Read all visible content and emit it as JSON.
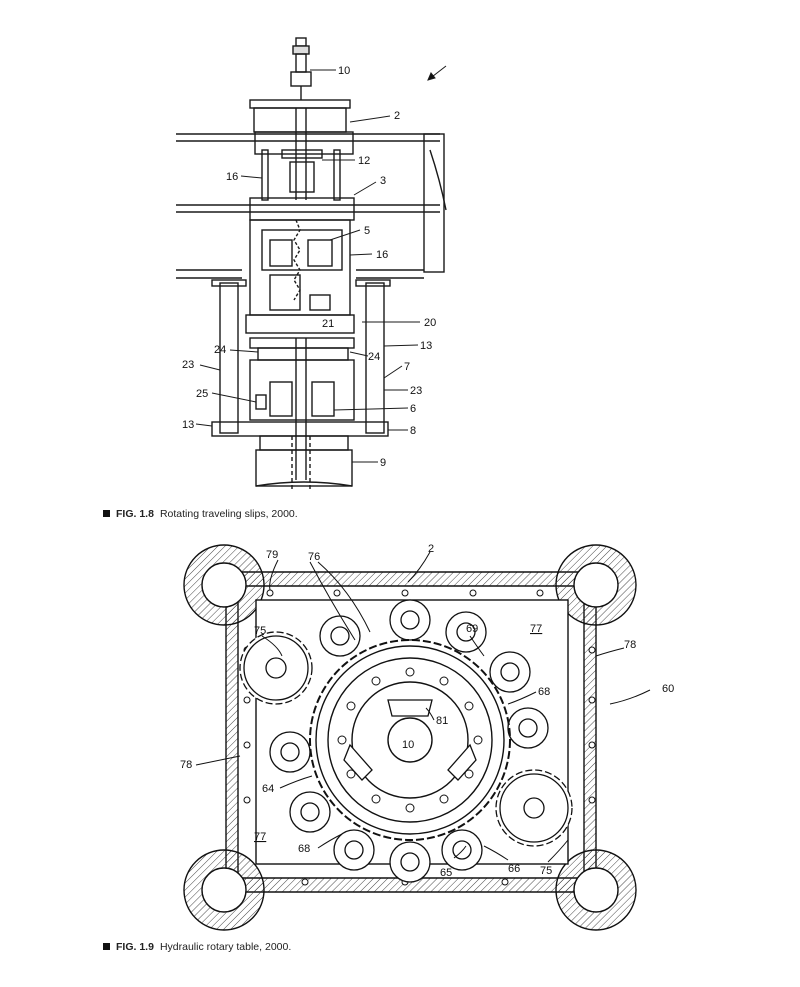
{
  "figure_1_8": {
    "caption_label": "FIG. 1.8",
    "caption_text": "Rotating traveling slips, 2000.",
    "callouts": {
      "c10": "10",
      "c2": "2",
      "c12": "12",
      "c16a": "16",
      "c3": "3",
      "c5": "5",
      "c16b": "16",
      "c21": "21",
      "c20": "20",
      "c24a": "24",
      "c24b": "24",
      "c13a": "13",
      "c23a": "23",
      "c7": "7",
      "c23b": "23",
      "c25": "25",
      "c6": "6",
      "c13b": "13",
      "c8": "8",
      "c9": "9"
    }
  },
  "figure_1_9": {
    "caption_label": "FIG. 1.9",
    "caption_text": "Hydraulic rotary table, 2000.",
    "callouts": {
      "c79": "79",
      "c76": "76",
      "c2": "2",
      "c75a": "75",
      "c69": "69",
      "c77a": "77",
      "c78a": "78",
      "c60": "60",
      "c68a": "68",
      "c81": "81",
      "c10": "10",
      "c78b": "78",
      "c64": "64",
      "c77b": "77",
      "c68b": "68",
      "c65": "65",
      "c66": "66",
      "c75b": "75"
    }
  }
}
